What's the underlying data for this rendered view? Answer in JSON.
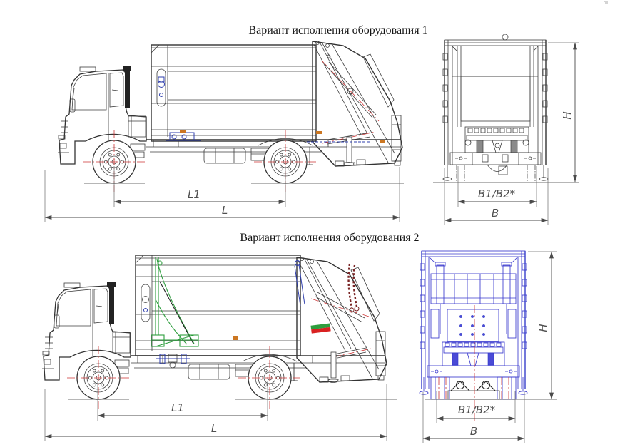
{
  "drawing": {
    "variant1": {
      "title": "Вариант исполнения оборудования 1",
      "dims": {
        "L1": "L1",
        "L": "L",
        "B1B2": "B1/B2*",
        "B": "B",
        "H": "H"
      }
    },
    "variant2": {
      "title": "Вариант исполнения оборудования 2",
      "dims": {
        "L1": "L1",
        "L": "L",
        "B1B2": "B1/B2*",
        "B": "B",
        "H": "H"
      }
    },
    "colors": {
      "line": "#3d3d3d",
      "centerline_red": "#cc3333",
      "accent_blue": "#2f3fae",
      "accent_green": "#2e9e3e",
      "hazard_red": "#d92121",
      "dimension_text": "#4f4f4f"
    }
  }
}
